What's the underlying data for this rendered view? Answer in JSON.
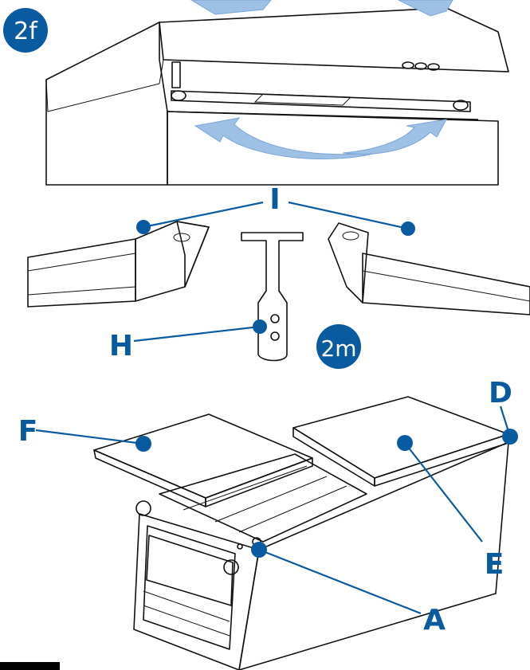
{
  "badges": {
    "top": "2f",
    "middle": "2m"
  },
  "labels": {
    "I": "I",
    "H": "H",
    "F": "F",
    "D": "D",
    "E": "E",
    "A": "A"
  },
  "colors": {
    "accent": "#0a5aa0",
    "arrow": "#9ec0e4"
  }
}
